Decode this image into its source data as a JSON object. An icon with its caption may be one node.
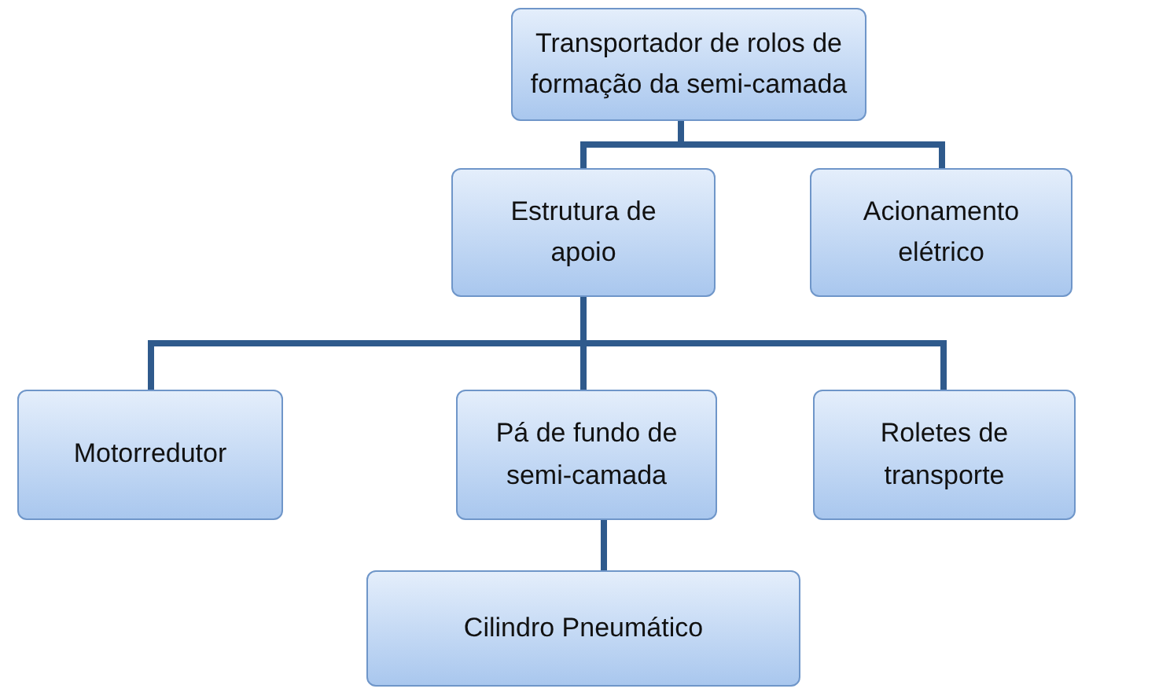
{
  "diagram": {
    "nodes": [
      {
        "text": [
          "Transportador de rolos de formação da semi-camada"
        ]
      },
      {
        "text": [
          "Estrutura de apoio"
        ]
      },
      {
        "text": [
          "Acionamento elétrico"
        ]
      },
      {
        "text": [
          "Motorredutor"
        ]
      },
      {
        "text": [
          "Pá de fundo de semi-camada"
        ]
      },
      {
        "text": [
          "Roletes de transporte"
        ]
      },
      {
        "text": [
          "Cilindro Pneumático"
        ]
      }
    ],
    "edges": [
      {
        "from": 0,
        "to": 1,
        "arrow": "none"
      },
      {
        "from": 0,
        "to": 2,
        "arrow": "none"
      },
      {
        "from": 1,
        "to": 3,
        "arrow": "none"
      },
      {
        "from": 1,
        "to": 4,
        "arrow": "none"
      },
      {
        "from": 1,
        "to": 5,
        "arrow": "none"
      },
      {
        "from": 4,
        "to": 6,
        "arrow": "none"
      }
    ]
  }
}
